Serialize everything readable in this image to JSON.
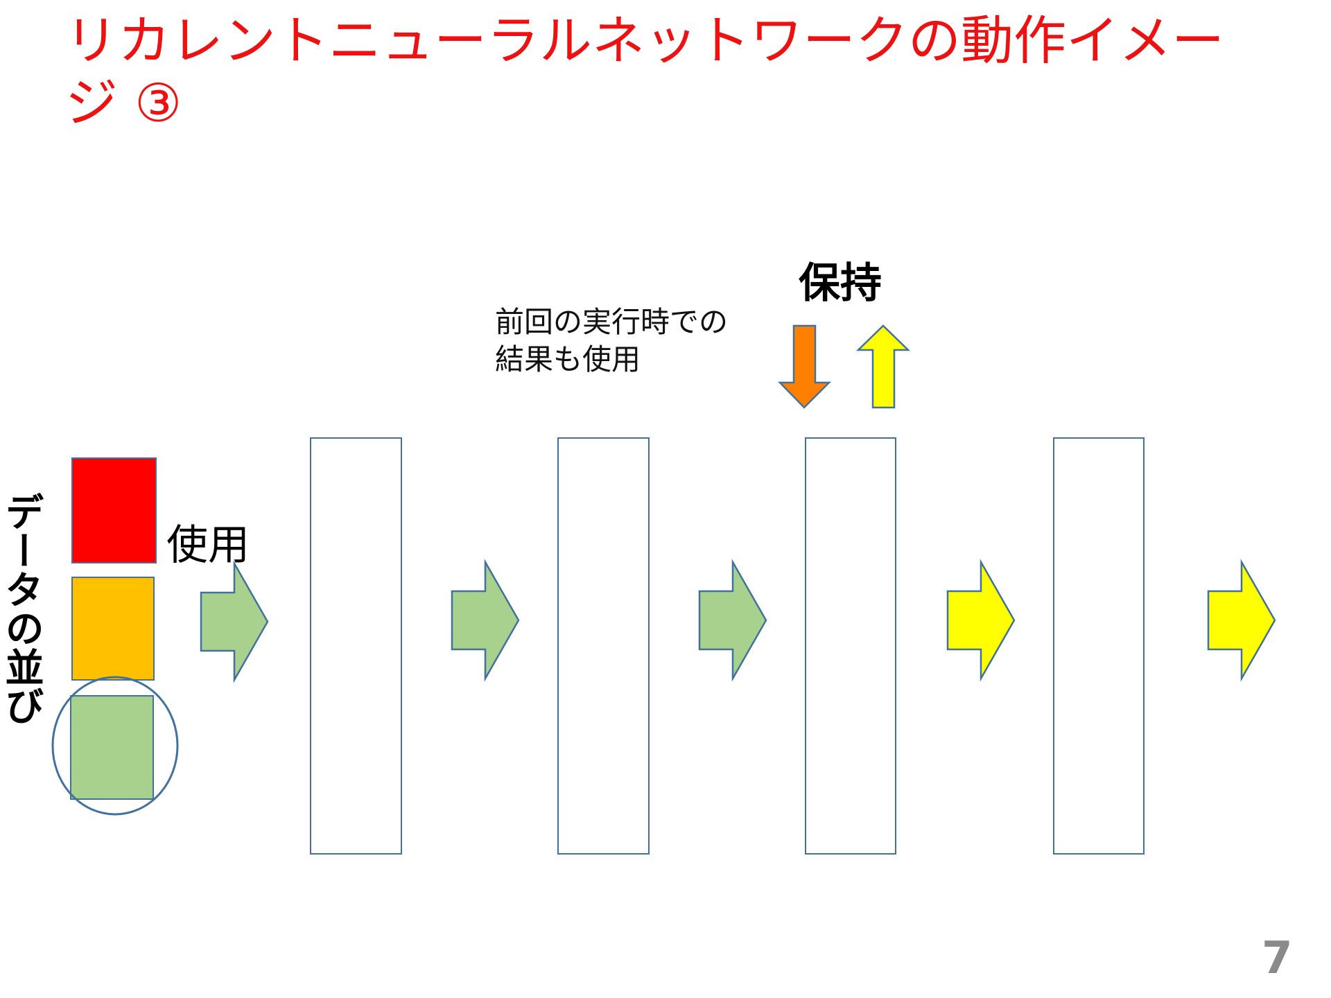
{
  "slide": {
    "title": "リカレントニューラルネットワークの動作イメージ ③",
    "data_sequence_label": "データの並び",
    "use_label": "使用",
    "previous_result_note_line1": "前回の実行時での",
    "previous_result_note_line2": "結果も使用",
    "hold_label": "保持",
    "page_number": "7"
  },
  "colors": {
    "title": "#ee1111",
    "data_red": "#ff0000",
    "data_orange": "#ffc000",
    "data_green": "#a9d18e",
    "arrow_green": "#a9d18e",
    "arrow_yellow": "#ffff00",
    "arrow_down_orange": "#ff7f00",
    "outline_blue": "#41719c",
    "page_number": "#8a8a8a"
  },
  "diagram": {
    "data_blocks": [
      "red",
      "orange",
      "green"
    ],
    "highlighted_block": "green",
    "layer_count": 4,
    "flow_arrow_colors": [
      "green",
      "green",
      "green",
      "yellow",
      "yellow"
    ],
    "feedback_arrows": [
      "down-orange",
      "up-yellow"
    ]
  }
}
